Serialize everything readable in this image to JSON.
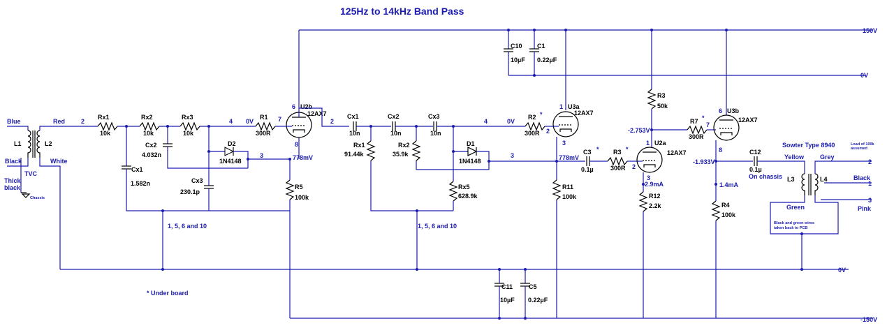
{
  "title": "125Hz to 14kHz Band Pass",
  "rails": {
    "plus150": "150V",
    "zero_top": "0V",
    "zero_bottom": "0V",
    "minus150": "-150V"
  },
  "input": {
    "blue": "Blue",
    "black": "Black",
    "red": "Red",
    "white": "White",
    "tvc": "TVC",
    "thick_black": "Thick black",
    "chassis": "Chassis",
    "l1": "L1",
    "l2": "L2"
  },
  "components": {
    "rx1a": {
      "name": "Rx1",
      "value": "10k"
    },
    "rx2a": {
      "name": "Rx2",
      "value": "10k"
    },
    "rx3a": {
      "name": "Rx3",
      "value": "10k"
    },
    "r1": {
      "name": "R1",
      "value": "300R"
    },
    "cx1a": {
      "name": "Cx1",
      "value": "1.582n"
    },
    "cx2a": {
      "name": "Cx2",
      "value": "4.032n"
    },
    "cx3a": {
      "name": "Cx3",
      "value": "230.1p"
    },
    "d2": {
      "name": "D2",
      "value": "1N4148"
    },
    "u2b": {
      "name": "U2b",
      "value": "12AX7"
    },
    "r5": {
      "name": "R5",
      "value": "100k"
    },
    "cx1b": {
      "name": "Cx1",
      "value": "10n"
    },
    "cx2b": {
      "name": "Cx2",
      "value": "10n"
    },
    "cx3b": {
      "name": "Cx3",
      "value": "10n"
    },
    "rx1b": {
      "name": "Rx1",
      "value": "91.44k"
    },
    "rx2b": {
      "name": "Rx2",
      "value": "35.9k"
    },
    "rx5": {
      "name": "Rx5",
      "value": "628.9k"
    },
    "d1": {
      "name": "D1",
      "value": "1N4148"
    },
    "r2": {
      "name": "R2",
      "value": "300R"
    },
    "u3a": {
      "name": "U3a",
      "value": "12AX7"
    },
    "c10": {
      "name": "C10",
      "value": "10µF"
    },
    "c1": {
      "name": "C1",
      "value": "0.22µF"
    },
    "c11": {
      "name": "C11",
      "value": "10µF"
    },
    "c5": {
      "name": "C5",
      "value": "0.22µF"
    },
    "r11": {
      "name": "R11",
      "value": "100k"
    },
    "c3": {
      "name": "C3",
      "value": "0.1µ"
    },
    "r3": {
      "name": "R3",
      "value": "300R"
    },
    "u2a": {
      "name": "U2a",
      "value": "12AX7"
    },
    "r12": {
      "name": "R12",
      "value": "2.2k"
    },
    "r3b": {
      "name": "R3",
      "value": "50k"
    },
    "r7": {
      "name": "R7",
      "value": "300R"
    },
    "u3b": {
      "name": "U3b",
      "value": "12AX7"
    },
    "r4": {
      "name": "R4",
      "value": "100k"
    },
    "c12": {
      "name": "C12",
      "value": "0.1µ"
    }
  },
  "nets": {
    "n2": "2",
    "n4a": "4",
    "n0va": "0V",
    "n7": "7",
    "n3a": "3",
    "mv778a": "778mV",
    "n6a": "6",
    "n8": "8",
    "n2b": "2",
    "n4b": "4",
    "n0vb": "0V",
    "n3b": "3",
    "n1a": "1",
    "n2c": "2",
    "n3c": "3",
    "mv778b": "778mV",
    "n1b": "1",
    "n2d": "2",
    "n3d": "3",
    "ma29": "2.9mA",
    "v2753": "-2.753V",
    "n6b": "6",
    "n7b": "7",
    "n8b": "8",
    "v1933": "-1.933V",
    "ma14": "1.4mA",
    "ground1": "1, 5, 6 and 10",
    "ground2": "1, 5, 6 and 10"
  },
  "output": {
    "sowter": "Sowter Type 8940",
    "load_note": "Load of 100k assumed",
    "yellow": "Yellow",
    "grey": "Grey",
    "black": "Black",
    "green": "Green",
    "pink": "Pink",
    "on_chassis": "On chassis",
    "l3": "L3",
    "l4": "L4",
    "pin2": "2",
    "pin1": "1",
    "pin3": "3",
    "wires_note": "Black and green wires taken back to PCB"
  },
  "notes": {
    "under_board": "* Under board",
    "star": "*"
  }
}
